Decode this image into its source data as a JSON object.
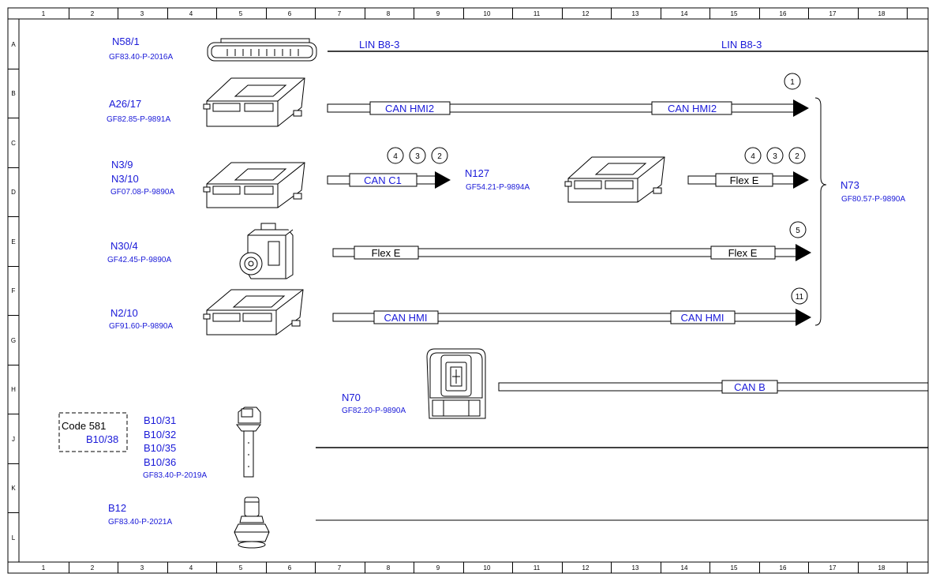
{
  "columns": [
    "1",
    "2",
    "3",
    "4",
    "5",
    "6",
    "7",
    "8",
    "9",
    "10",
    "11",
    "12",
    "13",
    "14",
    "15",
    "16",
    "17",
    "18"
  ],
  "rows": [
    "A",
    "B",
    "C",
    "D",
    "E",
    "F",
    "G",
    "H",
    "J",
    "K",
    "L"
  ],
  "components": {
    "n58_1": {
      "id": "N58/1",
      "ref": "GF83.40-P-2016A"
    },
    "a26_17": {
      "id": "A26/17",
      "ref": "GF82.85-P-9891A"
    },
    "n3_9": {
      "id1": "N3/9",
      "id2": "N3/10",
      "ref": "GF07.08-P-9890A"
    },
    "n30_4": {
      "id": "N30/4",
      "ref": "GF42.45-P-9890A"
    },
    "n2_10": {
      "id": "N2/10",
      "ref": "GF91.60-P-9890A"
    },
    "n127": {
      "id": "N127",
      "ref": "GF54.21-P-9894A"
    },
    "n73": {
      "id": "N73",
      "ref": "GF80.57-P-9890A"
    },
    "n70": {
      "id": "N70",
      "ref": "GF82.20-P-9890A"
    },
    "b10": {
      "ids": [
        "B10/31",
        "B10/32",
        "B10/35",
        "B10/36"
      ],
      "ref": "GF83.40-P-2019A"
    },
    "b12": {
      "id": "B12",
      "ref": "GF83.40-P-2021A"
    }
  },
  "code_box": {
    "line1": "Code 581",
    "line2": "B10/38"
  },
  "buses": {
    "lin_left": "LIN B8-3",
    "lin_right": "LIN B8-3",
    "can_hmi2_left": "CAN HMI2",
    "can_hmi2_right": "CAN HMI2",
    "can_c1": "CAN C1",
    "flex_e_n127": "Flex E",
    "flex_e_left": "Flex E",
    "flex_e_right": "Flex E",
    "can_hmi_left": "CAN HMI",
    "can_hmi_right": "CAN HMI",
    "can_b": "CAN B"
  },
  "markers": {
    "b_row": [
      "1"
    ],
    "can_c1": [
      "4",
      "3",
      "2"
    ],
    "flex_n127": [
      "4",
      "3",
      "2"
    ],
    "e_row": [
      "5"
    ],
    "g_row": [
      "11"
    ]
  }
}
